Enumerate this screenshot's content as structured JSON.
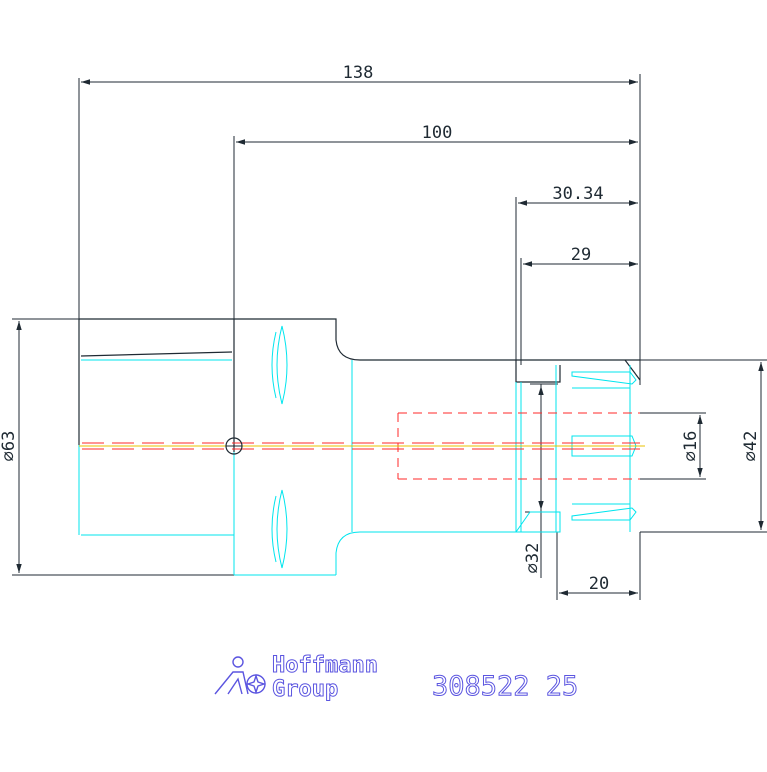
{
  "dimensions": {
    "overall_length": "138",
    "gauge_length": "100",
    "nut_length": "30.34",
    "collet_length": "29",
    "flange_diameter": "⌀63",
    "nut_diameter": "⌀42",
    "bore_diameter": "⌀16",
    "body_diameter": "⌀32",
    "clamp_length": "20"
  },
  "logo": {
    "line1": "Hoffmann",
    "line2": "Group"
  },
  "article_number": "308522 25",
  "colors": {
    "outline": "#1f2a33",
    "dimension": "#1f2a33",
    "inner_geometry": "#00e5ee",
    "hidden_line": "#ff2a2a",
    "centerline": "#e8c100",
    "brand": "#5b55e0"
  }
}
